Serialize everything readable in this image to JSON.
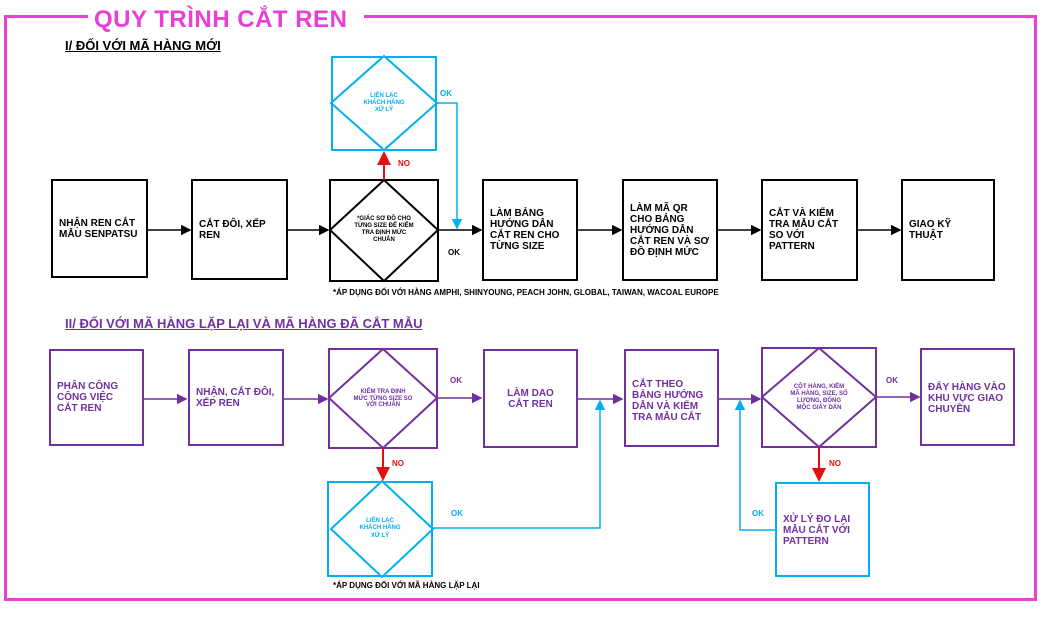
{
  "title": "QUY TRÌNH CẮT REN",
  "section1": {
    "heading": "I/ ĐỐI VỚI MÃ HÀNG MỚI",
    "steps": [
      "NHẬN REN CẮT MẪU SENPATSU",
      "CẮT ĐÔI, XẾP REN",
      "LÀM BẢNG HƯỚNG DẪN CẮT REN CHO TỪNG SIZE",
      "LÀM MÃ QR CHO BẢNG HƯỚNG DẪN CẮT REN VÀ SƠ ĐỒ ĐỊNH MỨC",
      "CẮT VÀ KIỂM TRA MẪU CẮT SO VỚI PATTERN",
      "GIAO KỸ THUẬT"
    ],
    "decision": "*GIÁC SƠ ĐỒ CHO TỪNG SIZE ĐỂ KIỂM TRA ĐỊNH MỨC CHUẨN",
    "contact": "LIÊN LẠC KHÁCH HÀNG XỬ LÝ",
    "ok": "OK",
    "no": "NO",
    "note": "*ÁP DỤNG ĐỐI VỚI HÀNG AMPHI, SHINYOUNG, PEACH JOHN, GLOBAL, TAIWAN, WACOAL EUROPE"
  },
  "section2": {
    "heading": "II/ ĐỐI VỚI MÃ HÀNG LẶP LẠI VÀ MÃ HÀNG ĐÃ CẮT MẪU",
    "steps": [
      "PHÂN CÔNG CÔNG VIỆC CẮT REN",
      "NHẬN, CẮT ĐÔI, XẾP REN",
      "LÀM DAO CẮT REN",
      "CẮT THEO BẢNG HƯỚNG DẪN VÀ KIỂM TRA MẪU CẮT",
      "ĐẨY HÀNG VÀO KHU VỰC GIAO CHUYỀN"
    ],
    "decision1": "KIỂM TRA ĐỊNH MỨC TỪNG SIZE SO VỚI CHUẨN",
    "decision2": "CỘT HÀNG, KIỂM MÃ HÀNG, SIZE, SỐ LƯỢNG, ĐÓNG MỘC GIẤY DÁN",
    "contact": "LIÊN LẠC KHÁCH HÀNG XỬ LÝ",
    "fix": "XỬ LÝ ĐO LẠI MẪU CẮT VỚI PATTERN",
    "ok": "OK",
    "no": "NO",
    "note": "*ÁP DỤNG ĐỐI VỚI MÃ HÀNG LẶP LẠI"
  },
  "colors": {
    "frame": "#e83fd4",
    "title": "#e83fd4",
    "purple": "#7030a0",
    "cyan": "#00b0f0",
    "red": "#e01010",
    "black": "#000000"
  }
}
